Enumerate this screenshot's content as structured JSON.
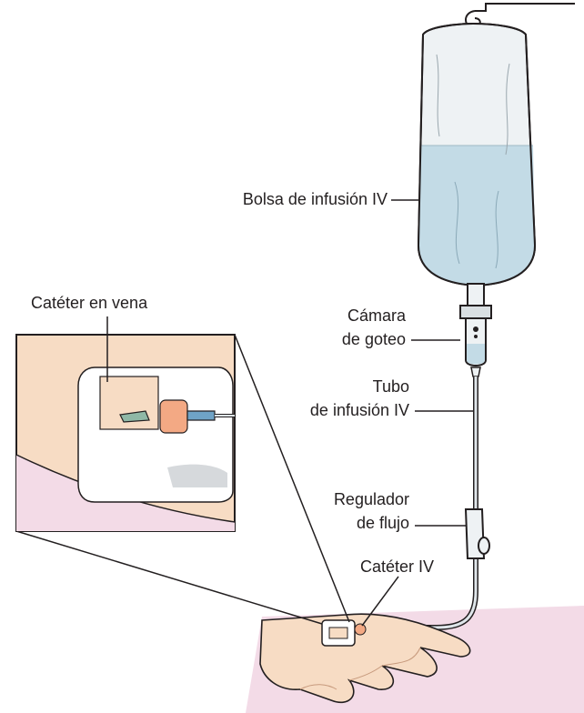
{
  "labels": {
    "bag": "Bolsa de infusión IV",
    "drip_chamber_1": "Cámara",
    "drip_chamber_2": "de goteo",
    "tube_1": "Tubo",
    "tube_2": "de infusión IV",
    "regulator_1": "Regulador",
    "regulator_2": "de flujo",
    "catheter": "Catéter IV",
    "catheter_in_vein": "Catéter en vena"
  },
  "colors": {
    "fluid": "#c3dbe6",
    "bag_empty": "#eef2f4",
    "skin": "#f7dcc4",
    "skin_shadow": "#efc9a8",
    "surface": "#f3dbe7",
    "line": "#231f20",
    "tubing": "#dfe6ea"
  }
}
